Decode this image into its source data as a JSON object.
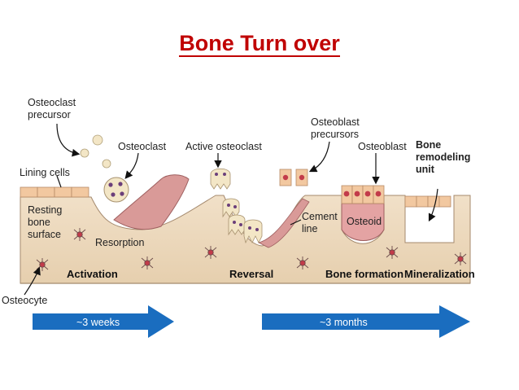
{
  "title": "Bone Turn over",
  "labels": {
    "osteoclast_precursor": [
      "Osteoclast",
      "precursor"
    ],
    "osteoclast": "Osteoclast",
    "active_osteoclast": "Active osteoclast",
    "osteoblast_precursors": [
      "Osteoblast",
      "precursors"
    ],
    "osteoblast": "Osteoblast",
    "bone_remodeling_unit": [
      "Bone",
      "remodeling",
      "unit"
    ],
    "lining_cells": "Lining cells",
    "resting_bone_surface": [
      "Resting",
      "bone",
      "surface"
    ],
    "resorption": "Resorption",
    "cement_line": [
      "Cement",
      "line"
    ],
    "osteoid": "Osteoid",
    "osteocyte": "Osteocyte"
  },
  "stages": [
    "Activation",
    "Reversal",
    "Bone formation",
    "Mineralization"
  ],
  "durations": [
    "~3 weeks",
    "~3 months"
  ],
  "colors": {
    "title": "#c00000",
    "bone": "#eed9bf",
    "lining_cell": "#f2c8a0",
    "cell_nucleus": "#b05a8a",
    "osteoid": "#e7a8a8",
    "arrow": "#1a6dbf"
  }
}
